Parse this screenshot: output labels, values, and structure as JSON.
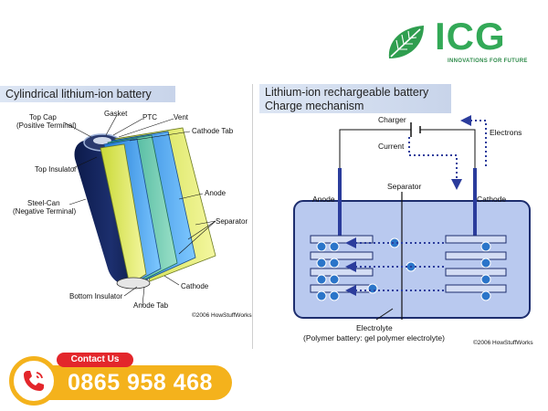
{
  "brand": {
    "name": "ICG",
    "tagline": "INNOVATIONS FOR FUTURE",
    "color": "#33a957"
  },
  "left_panel": {
    "title": "Cylindrical lithium-ion battery",
    "labels": {
      "top_cap_1": "Top Cap",
      "top_cap_2": "(Positive Terminal)",
      "gasket": "Gasket",
      "ptc": "PTC",
      "vent": "Vent",
      "cathode_tab": "Cathode Tab",
      "top_insulator": "Top Insulator",
      "anode": "Anode",
      "steel_can_1": "Steel-Can",
      "steel_can_2": "(Negative Terminal)",
      "separator": "Separator",
      "cathode": "Cathode",
      "bottom_insulator": "Bottom Insulator",
      "anode_tab": "Anode Tab"
    },
    "copyright": "©2006 HowStuffWorks"
  },
  "right_panel": {
    "title_line1": "Lithium-ion rechargeable battery",
    "title_line2": "Charge mechanism",
    "labels": {
      "charger": "Charger",
      "current": "Current",
      "electrons": "Electrons",
      "separator": "Separator",
      "anode": "Anode",
      "cathode": "Cathode",
      "electrolyte": "Electrolyte",
      "polymer_note": "(Polymer battery: gel polymer electrolyte)"
    },
    "copyright": "©2006 HowStuffWorks"
  },
  "contact": {
    "label": "Contact Us",
    "phone": "0865 958 468",
    "pill_color": "#e3262b",
    "bar_color": "#f4b21c"
  }
}
